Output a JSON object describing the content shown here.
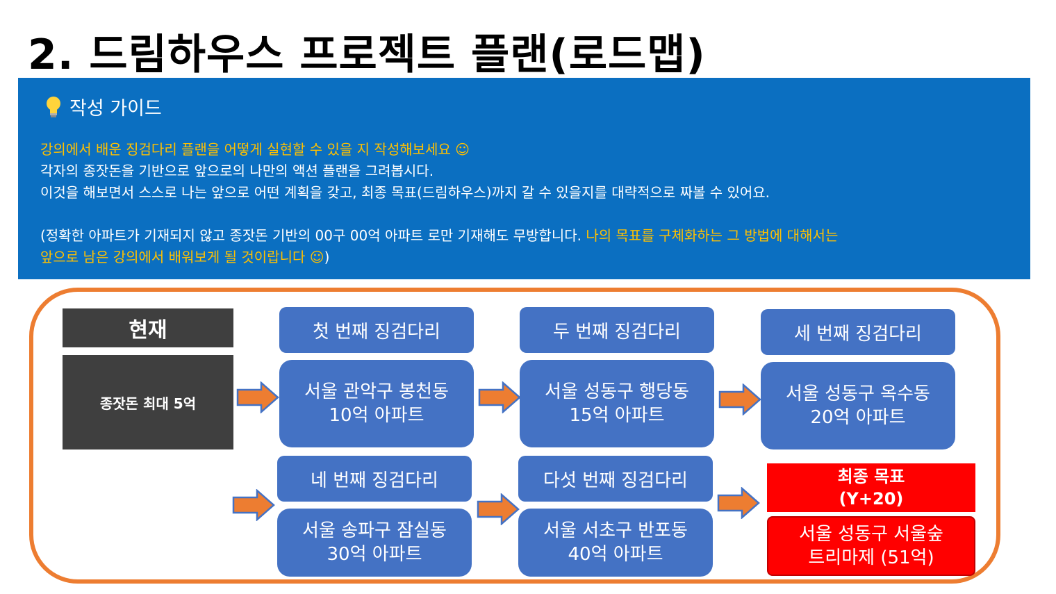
{
  "title": "2. 드림하우스 프로젝트 플랜(로드맵)",
  "guide": {
    "heading": "작성 가이드",
    "line1": "강의에서 배운 징검다리 플랜을 어떻게 실현할 수 있을 지 작성해보세요 ☺",
    "line2": "각자의 종잣돈을 기반으로 앞으로의 나만의 액션 플랜을 그려봅시다.",
    "line3": "이것을 해보면서 스스로 나는 앞으로 어떤 계획을 갖고, 최종 목표(드림하우스)까지 갈 수 있을지를 대략적으로 짜볼 수 있어요.",
    "line4_white": "(정확한 아파트가 기재되지 않고 종잣돈 기반의 00구 00억 아파트 로만 기재해도 무방합니다. ",
    "line4_yellow": "나의 목표를 구체화하는 그 방법에 대해서는",
    "line5_yellow": "앞으로 남은 강의에서 배워보게 될 것이랍니다 ☺",
    "line5_white": ")"
  },
  "roadmap": {
    "current": {
      "label": "현재",
      "value": "종잣돈 최대 5억"
    },
    "steps": [
      {
        "label": "첫 번째 징검다리",
        "line1": "서울 관악구 봉천동",
        "line2": "10억 아파트"
      },
      {
        "label": "두 번째 징검다리",
        "line1": "서울 성동구 행당동",
        "line2": "15억 아파트"
      },
      {
        "label": "세 번째 징검다리",
        "line1": "서울 성동구 옥수동",
        "line2": "20억 아파트"
      },
      {
        "label": "네 번째 징검다리",
        "line1": "서울 송파구 잠실동",
        "line2": "30억 아파트"
      },
      {
        "label": "다섯 번째 징검다리",
        "line1": "서울 서초구 반포동",
        "line2": "40억 아파트"
      }
    ],
    "goal": {
      "label_line1": "최종 목표",
      "label_line2": "(Y+20)",
      "line1": "서울 성동구 서울숲",
      "line2": "트리마제 (51억)"
    }
  },
  "colors": {
    "guide_bg": "#0b6fc1",
    "highlight": "#ffc000",
    "box_blue": "#4472c4",
    "frame_orange": "#ed7d31",
    "goal_red": "#ff0000",
    "current_dark": "#3f3f3f"
  },
  "icons": {
    "guide_icon": "lightbulb-icon",
    "arrow_icon": "right-arrow-icon"
  }
}
